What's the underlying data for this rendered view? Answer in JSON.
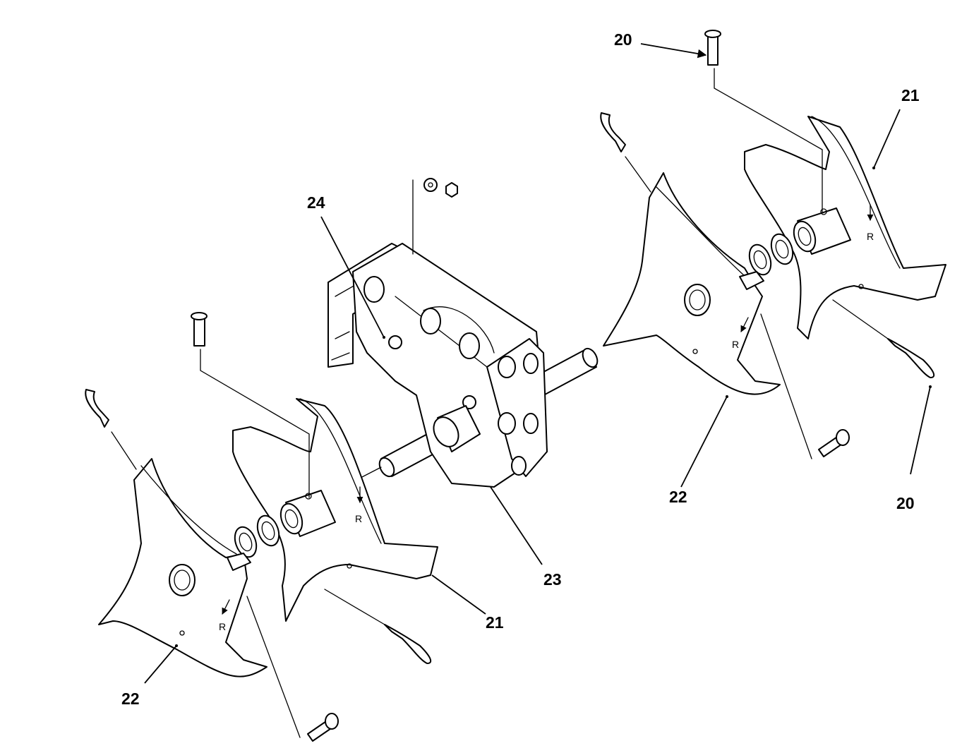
{
  "diagram": {
    "callouts": [
      "20",
      "21",
      "24",
      "23",
      "21",
      "22",
      "22",
      "20"
    ],
    "rotation_marks": [
      "R",
      "R",
      "R",
      "R"
    ]
  }
}
